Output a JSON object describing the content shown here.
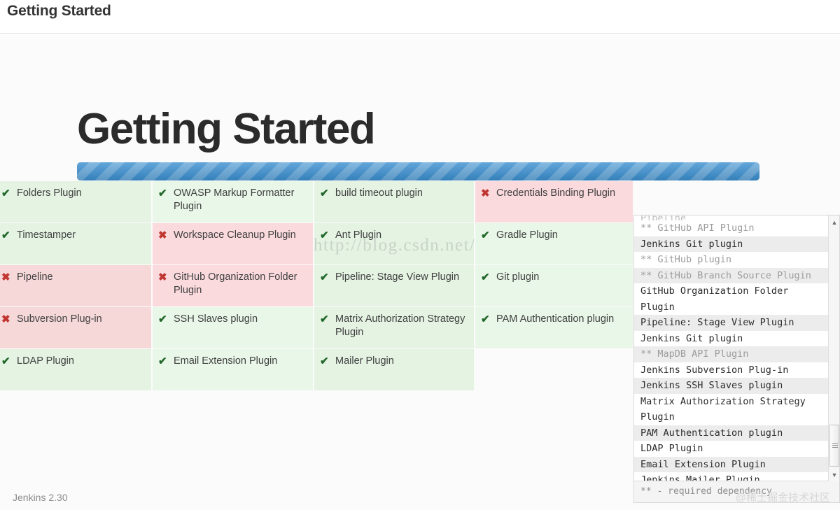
{
  "header": {
    "title": "Getting Started"
  },
  "page": {
    "heading": "Getting Started",
    "progress_percent": 100
  },
  "colors": {
    "progress_bar": "#3b8fd0",
    "success_bg": "#e4f3e2",
    "error_bg": "#f6d8d9",
    "check_mark": "#22682a",
    "cross_mark": "#c0352f"
  },
  "icons": {
    "check": "✔",
    "cross": "✖",
    "scroll_up": "▲",
    "scroll_down": "▼"
  },
  "plugin_grid": {
    "columns": 4,
    "cells": [
      {
        "label": "Folders Plugin",
        "status": "ok",
        "col": 1,
        "row": 1
      },
      {
        "label": "OWASP Markup Formatter Plugin",
        "status": "ok",
        "col": 2,
        "row": 1
      },
      {
        "label": "build timeout plugin",
        "status": "ok",
        "col": 3,
        "row": 1
      },
      {
        "label": "Credentials Binding Plugin",
        "status": "err",
        "col": 4,
        "row": 1
      },
      {
        "label": "Timestamper",
        "status": "ok",
        "col": 1,
        "row": 2
      },
      {
        "label": "Workspace Cleanup Plugin",
        "status": "err",
        "col": 2,
        "row": 2
      },
      {
        "label": "Ant Plugin",
        "status": "ok",
        "col": 3,
        "row": 2
      },
      {
        "label": "Gradle Plugin",
        "status": "ok",
        "col": 4,
        "row": 2
      },
      {
        "label": "Pipeline",
        "status": "err",
        "col": 1,
        "row": 3
      },
      {
        "label": "GitHub Organization Folder Plugin",
        "status": "err",
        "col": 2,
        "row": 3
      },
      {
        "label": "Pipeline: Stage View Plugin",
        "status": "ok",
        "col": 3,
        "row": 3
      },
      {
        "label": "Git plugin",
        "status": "ok",
        "col": 4,
        "row": 3
      },
      {
        "label": "Subversion Plug-in",
        "status": "err",
        "col": 1,
        "row": 4
      },
      {
        "label": "SSH Slaves plugin",
        "status": "ok",
        "col": 2,
        "row": 4
      },
      {
        "label": "Matrix Authorization Strategy Plugin",
        "status": "ok",
        "col": 3,
        "row": 4
      },
      {
        "label": "PAM Authentication plugin",
        "status": "ok",
        "col": 4,
        "row": 4
      },
      {
        "label": "LDAP Plugin",
        "status": "ok",
        "col": 1,
        "row": 5
      },
      {
        "label": "Email Extension Plugin",
        "status": "ok",
        "col": 2,
        "row": 5
      },
      {
        "label": "Mailer Plugin",
        "status": "ok",
        "col": 3,
        "row": 5
      },
      {
        "label": "",
        "status": "blank",
        "col": 4,
        "row": 5
      }
    ]
  },
  "log_panel": {
    "lines": [
      {
        "text": "Pipeline",
        "dependency": false,
        "clipped": true
      },
      {
        "text": "** GitHub API Plugin",
        "dependency": true
      },
      {
        "text": "Jenkins Git plugin",
        "dependency": false
      },
      {
        "text": "** GitHub plugin",
        "dependency": true
      },
      {
        "text": "** GitHub Branch Source Plugin",
        "dependency": true
      },
      {
        "text": "GitHub Organization Folder Plugin",
        "dependency": false
      },
      {
        "text": "Pipeline: Stage View Plugin",
        "dependency": false
      },
      {
        "text": "Jenkins Git plugin",
        "dependency": false
      },
      {
        "text": "** MapDB API Plugin",
        "dependency": true
      },
      {
        "text": "Jenkins Subversion Plug-in",
        "dependency": false
      },
      {
        "text": "Jenkins SSH Slaves plugin",
        "dependency": false
      },
      {
        "text": "Matrix Authorization Strategy Plugin",
        "dependency": false
      },
      {
        "text": "PAM Authentication plugin",
        "dependency": false
      },
      {
        "text": "LDAP Plugin",
        "dependency": false
      },
      {
        "text": "Email Extension Plugin",
        "dependency": false
      },
      {
        "text": "Jenkins Mailer Plugin",
        "dependency": false
      }
    ],
    "footnote": "** - required dependency"
  },
  "watermarks": {
    "csdn": "http://blog.csdn.net/",
    "juejin": "@稀土掘金技术社区"
  },
  "footer": {
    "version": "Jenkins 2.30"
  }
}
